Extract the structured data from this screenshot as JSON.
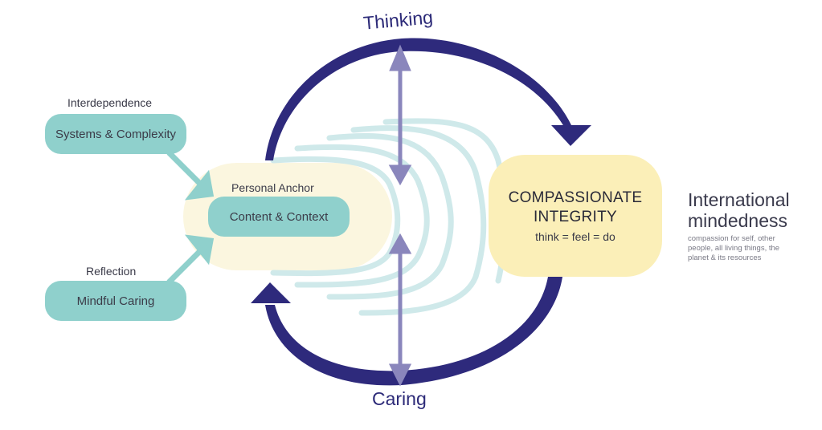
{
  "colors": {
    "navy": "#2e2a7c",
    "lavender": "#8a86bc",
    "teal_box": "#8fd0cc",
    "teal_line": "#cfe9ea",
    "anchor_bg": "#fbf6df",
    "integrity_bg": "#fbefb8"
  },
  "arcs": {
    "top_label": "Thinking",
    "bottom_label": "Caring"
  },
  "inputs": [
    {
      "caption": "Interdependence",
      "box": "Systems & Complexity"
    },
    {
      "caption": "Reflection",
      "box": "Mindful Caring"
    }
  ],
  "anchor": {
    "caption": "Personal Anchor",
    "box": "Content & Context"
  },
  "integrity": {
    "line1": "COMPASSIONATE",
    "line2": "INTEGRITY",
    "formula": "think = feel = do"
  },
  "international": {
    "title_line1": "International",
    "title_line2": "mindedness",
    "desc_line1": "compassion for self, other",
    "desc_line2": "people, all living things, the",
    "desc_line3": "planet & its resources"
  }
}
